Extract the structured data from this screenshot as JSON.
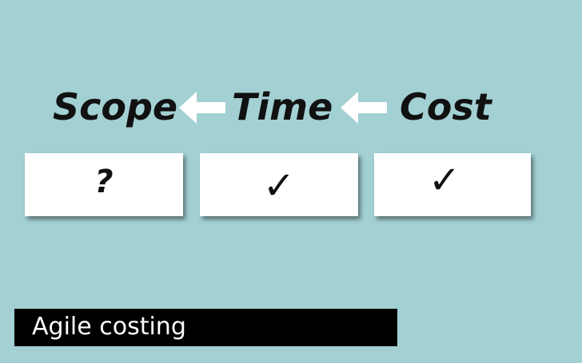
{
  "headline": {
    "scope": "Scope",
    "time": "Time",
    "cost": "Cost",
    "arrow_icon": "left-arrow-icon"
  },
  "cards": {
    "scope_mark": "?",
    "time_mark": "✓",
    "cost_mark": "✓"
  },
  "caption": {
    "text": "Agile costing"
  },
  "colors": {
    "background": "#a2d0d3",
    "card": "#ffffff",
    "text": "#111111",
    "arrow": "#ffffff",
    "caption_bg": "#000000",
    "caption_text": "#ffffff"
  }
}
